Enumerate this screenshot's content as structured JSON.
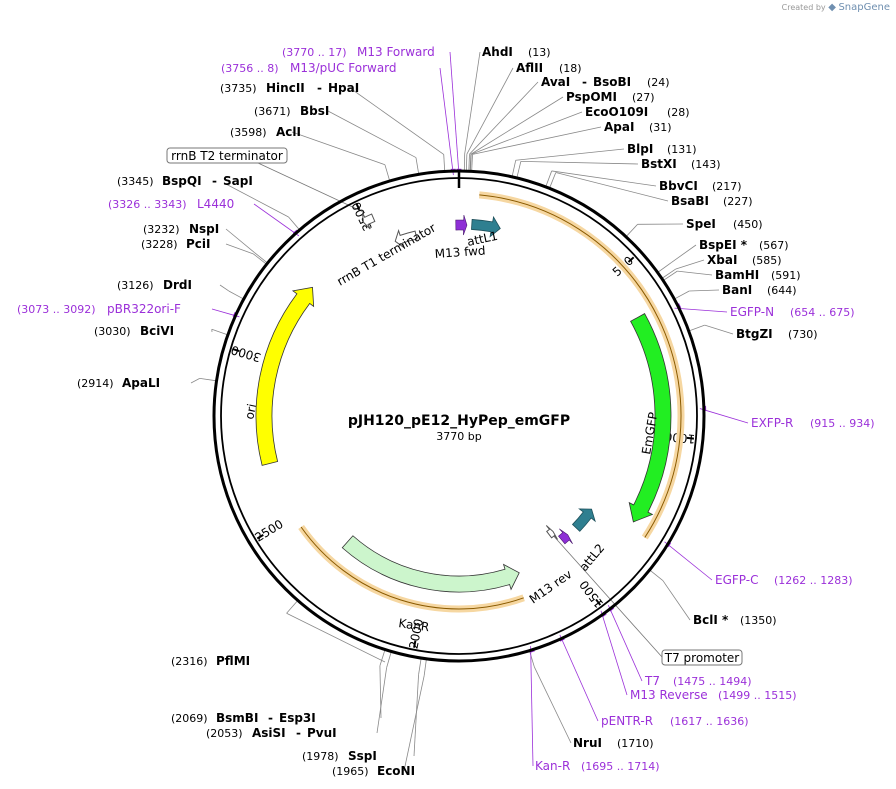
{
  "app": {
    "watermark_prefix": "Created by",
    "watermark_brand": "SnapGene"
  },
  "map": {
    "title": "pJH120_pE12_HyPep_emGFP",
    "subtitle": "3770 bp",
    "length": 3770,
    "ticks": [
      {
        "pos": 500,
        "label": "500"
      },
      {
        "pos": 1000,
        "label": "1000"
      },
      {
        "pos": 1500,
        "label": "1500"
      },
      {
        "pos": 2000,
        "label": "2000"
      },
      {
        "pos": 2500,
        "label": "2500"
      },
      {
        "pos": 3000,
        "label": "3000"
      },
      {
        "pos": 3500,
        "label": "3500"
      }
    ],
    "colors": {
      "enzyme": "#000000",
      "primer": "#9b30d9",
      "egfp": "#22ee22",
      "ori": "#ffff00",
      "kanr": "#ccf5cc",
      "att": "#2f7f90",
      "orange": "#f0a830"
    },
    "features": [
      {
        "name": "attL1",
        "kind": "att-arrow"
      },
      {
        "name": "M13 fwd",
        "kind": "primer-bind"
      },
      {
        "name": "rrnB T1 terminator",
        "kind": "terminator"
      },
      {
        "name": "EmGFP",
        "kind": "cds"
      },
      {
        "name": "ori",
        "kind": "origin"
      },
      {
        "name": "KanR",
        "kind": "cds"
      },
      {
        "name": "attL2",
        "kind": "att-arrow"
      },
      {
        "name": "M13 rev",
        "kind": "primer-bind"
      }
    ],
    "boxed_labels": [
      {
        "name": "rrnB T2 terminator"
      },
      {
        "name": "T7 promoter"
      }
    ],
    "enzymes": [
      {
        "name": "AhdI",
        "pos_text": "(13)",
        "pos": 13
      },
      {
        "name": "AflII",
        "pos_text": "(18)",
        "pos": 18
      },
      {
        "name": "AvaI",
        "name2": "BsoBI",
        "pos_text": "(24)",
        "pos": 24
      },
      {
        "name": "PspOMI",
        "pos_text": "(27)",
        "pos": 27
      },
      {
        "name": "EcoO109I",
        "pos_text": "(28)",
        "pos": 28
      },
      {
        "name": "ApaI",
        "pos_text": "(31)",
        "pos": 31
      },
      {
        "name": "BlpI",
        "pos_text": "(131)",
        "pos": 131
      },
      {
        "name": "BstXI",
        "pos_text": "(143)",
        "pos": 143
      },
      {
        "name": "BbvCI",
        "pos_text": "(217)",
        "pos": 217
      },
      {
        "name": "BsaBI",
        "pos_text": "(227)",
        "pos": 227
      },
      {
        "name": "SpeI",
        "pos_text": "(450)",
        "pos": 450
      },
      {
        "name": "BspEI *",
        "pos_text": "(567)",
        "pos": 567
      },
      {
        "name": "XbaI",
        "pos_text": "(585)",
        "pos": 585
      },
      {
        "name": "BamHI",
        "pos_text": "(591)",
        "pos": 591
      },
      {
        "name": "BanI",
        "pos_text": "(644)",
        "pos": 644
      },
      {
        "name": "BtgZI",
        "pos_text": "(730)",
        "pos": 730
      },
      {
        "name": "BclI *",
        "pos_text": "(1350)",
        "pos": 1350
      },
      {
        "name": "NruI",
        "pos_text": "(1710)",
        "pos": 1710
      },
      {
        "name": "EcoNI",
        "pos_text": "(1965)",
        "pos": 1965
      },
      {
        "name": "SspI",
        "pos_text": "(1978)",
        "pos": 1978
      },
      {
        "name": "AsiSI",
        "name2": "PvuI",
        "pos_text": "(2053)",
        "pos": 2053
      },
      {
        "name": "BsmBI",
        "name2": "Esp3I",
        "pos_text": "(2069)",
        "pos": 2069
      },
      {
        "name": "PflMI",
        "pos_text": "(2316)",
        "pos": 2316
      },
      {
        "name": "ApaLI",
        "pos_text": "(2914)",
        "pos": 2914
      },
      {
        "name": "BciVI",
        "pos_text": "(3030)",
        "pos": 3030
      },
      {
        "name": "DrdI",
        "pos_text": "(3126)",
        "pos": 3126
      },
      {
        "name": "PciI",
        "pos_text": "(3228)",
        "pos": 3228
      },
      {
        "name": "NspI",
        "pos_text": "(3232)",
        "pos": 3232
      },
      {
        "name": "BspQI",
        "name2": "SapI",
        "pos_text": "(3345)",
        "pos": 3345
      },
      {
        "name": "AclI",
        "pos_text": "(3598)",
        "pos": 3598
      },
      {
        "name": "BbsI",
        "pos_text": "(3671)",
        "pos": 3671
      },
      {
        "name": "HincII",
        "name2": "HpaI",
        "pos_text": "(3735)",
        "pos": 3735
      }
    ],
    "primers": [
      {
        "name": "M13 Forward",
        "pos_text": "(3770 .. 17)",
        "pos": 3770
      },
      {
        "name": "M13/pUC Forward",
        "pos_text": "(3756 .. 8)",
        "pos": 3756
      },
      {
        "name": "EGFP-N",
        "pos_text": "(654 .. 675)",
        "pos": 664
      },
      {
        "name": "EXFP-R",
        "pos_text": "(915 .. 934)",
        "pos": 924
      },
      {
        "name": "EGFP-C",
        "pos_text": "(1262 .. 1283)",
        "pos": 1272
      },
      {
        "name": "T7",
        "pos_text": "(1475 .. 1494)",
        "pos": 1484
      },
      {
        "name": "M13 Reverse",
        "pos_text": "(1499 .. 1515)",
        "pos": 1507
      },
      {
        "name": "pENTR-R",
        "pos_text": "(1617 .. 1636)",
        "pos": 1626
      },
      {
        "name": "Kan-R",
        "pos_text": "(1695 .. 1714)",
        "pos": 1704
      },
      {
        "name": "pBR322ori-F",
        "pos_text": "(3073 .. 3092)",
        "pos": 3082
      },
      {
        "name": "L4440",
        "pos_text": "(3326 .. 3343)",
        "pos": 3334
      }
    ]
  }
}
